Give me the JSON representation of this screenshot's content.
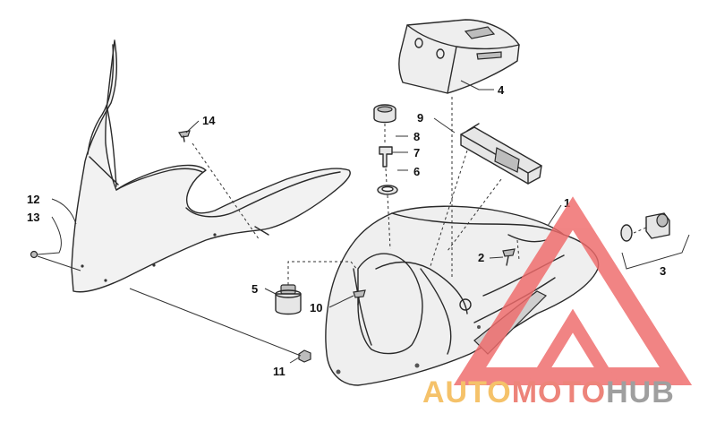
{
  "callouts": [
    {
      "id": "1",
      "label": "1"
    },
    {
      "id": "2",
      "label": "2"
    },
    {
      "id": "3",
      "label": "3"
    },
    {
      "id": "4",
      "label": "4"
    },
    {
      "id": "5",
      "label": "5"
    },
    {
      "id": "6",
      "label": "6"
    },
    {
      "id": "7",
      "label": "7"
    },
    {
      "id": "8",
      "label": "8"
    },
    {
      "id": "9",
      "label": "9"
    },
    {
      "id": "10",
      "label": "10"
    },
    {
      "id": "11",
      "label": "11"
    },
    {
      "id": "12",
      "label": "12"
    },
    {
      "id": "13",
      "label": "13"
    },
    {
      "id": "14",
      "label": "14"
    }
  ],
  "watermark": {
    "auto": "AUTO",
    "moto": "MOTO",
    "hub": "HUB",
    "colors": {
      "auto": "#f4b54a",
      "moto": "#ea6a5e",
      "hub": "#8a8a8a",
      "triangle": "#ef6a6a"
    }
  }
}
